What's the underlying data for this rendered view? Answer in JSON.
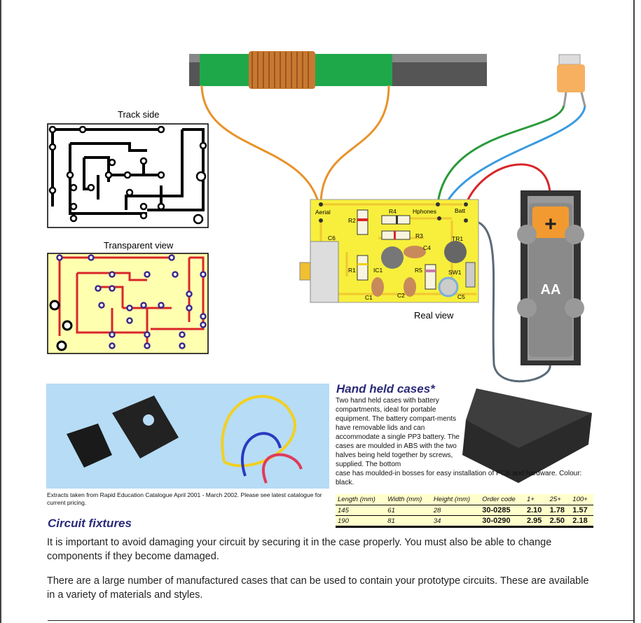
{
  "diagrams": {
    "track_side_label": "Track side",
    "transparent_view_label": "Transparent view",
    "real_view_label": "Real view",
    "components": {
      "aerial": "Aerial",
      "hphones": "Hphones",
      "batt": "Batt",
      "r1": "R1",
      "r2": "R2",
      "r3": "R3",
      "r4": "R4",
      "r5": "R5",
      "c1": "C1",
      "c2": "C2",
      "c4": "C4",
      "c5": "C5",
      "c6": "C6",
      "ic1": "IC1",
      "tr1": "TR1",
      "sw1": "SW1"
    },
    "battery_label": "AA",
    "battery_plus": "+"
  },
  "photo_caption": "Extracts taken from Rapid Education Catalogue April 2001 - March 2002. Please see latest catalogue for current pricing.",
  "hand_held": {
    "title": "Hand held cases*",
    "text_wrapped": "Two hand held cases with battery compartments, ideal for portable equipment. The battery compart-ments have removable lids and can accommodate a single PP3 battery. The cases are moulded in ABS with the two halves being held together by screws, supplied. The bottom",
    "text_full": "case has moulded-in bosses for easy installation of PCB and hardware. Colour: black.",
    "table": {
      "headers": [
        "Length (mm)",
        "Width (mm)",
        "Height (mm)",
        "Order code",
        "1+",
        "25+",
        "100+"
      ],
      "rows": [
        [
          "145",
          "61",
          "28",
          "30-0285",
          "2.10",
          "1.78",
          "1.57"
        ],
        [
          "190",
          "81",
          "34",
          "30-0290",
          "2.95",
          "2.50",
          "2.18"
        ]
      ]
    }
  },
  "circuit_fixtures": {
    "title": "Circuit fixtures",
    "paragraphs": [
      "It is important to avoid damaging your circuit by securing it in the case properly. You must also be able to change components if they become damaged.",
      "There are a large number of manufactured cases that can be used to contain your prototype circuits. These are available in a variety of materials and styles."
    ]
  },
  "colors": {
    "heading": "#2a2a7a",
    "pcb": "#f7ef3c",
    "track": "#d8262a",
    "wire_orange": "#e8922a",
    "wire_green": "#2a9a3a",
    "wire_blue": "#3a9ae0"
  }
}
